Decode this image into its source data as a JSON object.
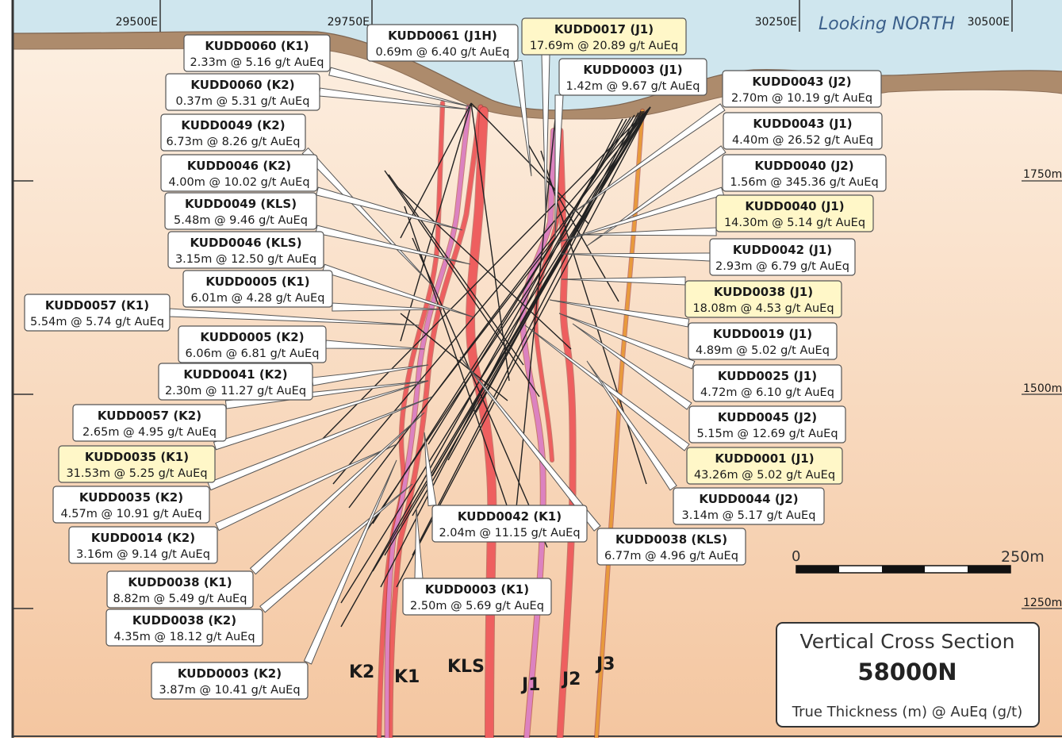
{
  "header": {
    "eastings": [
      "29500E",
      "29750E",
      "30250E",
      "30500E"
    ],
    "looking": "Looking NORTH"
  },
  "elevations": [
    "1750m",
    "1500m",
    "1250m"
  ],
  "scale": {
    "min": "0",
    "max": "250m"
  },
  "title_box": {
    "line1": "Vertical Cross Section",
    "line2": "58000N",
    "line3": "True Thickness (m) @ AuEq (g/t)"
  },
  "veins": [
    "K2",
    "K1",
    "KLS",
    "J1",
    "J2",
    "J3"
  ],
  "colors": {
    "sky": "#cfe6ee",
    "surface": "#ad8b6c",
    "ground_top": "#fdf1e4",
    "ground_bottom": "#f4c6a0",
    "vein_red": "#ee5f5f",
    "vein_pink": "#dc82c0",
    "vein_orange": "#e89a3c",
    "highlight_fill": "#fff7c8"
  },
  "intercepts": [
    {
      "title": "KUDD0060 (K1)",
      "value": "2.33m @ 5.16 g/t AuEq",
      "highlight": false
    },
    {
      "title": "KUDD0061 (J1H)",
      "value": "0.69m @ 6.40 g/t AuEq",
      "highlight": false
    },
    {
      "title": "KUDD0017 (J1)",
      "value": "17.69m @ 20.89 g/t AuEq",
      "highlight": true
    },
    {
      "title": "KUDD0003 (J1)",
      "value": "1.42m @ 9.67 g/t AuEq",
      "highlight": false
    },
    {
      "title": "KUDD0060 (K2)",
      "value": "0.37m @ 5.31 g/t AuEq",
      "highlight": false
    },
    {
      "title": "KUDD0043 (J2)",
      "value": "2.70m @ 10.19 g/t AuEq",
      "highlight": false
    },
    {
      "title": "KUDD0049 (K2)",
      "value": "6.73m @ 8.26 g/t AuEq",
      "highlight": false
    },
    {
      "title": "KUDD0043 (J1)",
      "value": "4.40m @ 26.52 g/t AuEq",
      "highlight": false
    },
    {
      "title": "KUDD0046 (K2)",
      "value": "4.00m @ 10.02 g/t AuEq",
      "highlight": false
    },
    {
      "title": "KUDD0040 (J2)",
      "value": "1.56m @ 345.36 g/t AuEq",
      "highlight": false
    },
    {
      "title": "KUDD0049 (KLS)",
      "value": "5.48m @ 9.46 g/t AuEq",
      "highlight": false
    },
    {
      "title": "KUDD0040 (J1)",
      "value": "14.30m @ 5.14 g/t AuEq",
      "highlight": true
    },
    {
      "title": "KUDD0046 (KLS)",
      "value": "3.15m @ 12.50 g/t AuEq",
      "highlight": false
    },
    {
      "title": "KUDD0042 (J1)",
      "value": "2.93m @ 6.79 g/t AuEq",
      "highlight": false
    },
    {
      "title": "KUDD0005 (K1)",
      "value": "6.01m @ 4.28 g/t AuEq",
      "highlight": false
    },
    {
      "title": "KUDD0038 (J1)",
      "value": "18.08m @ 4.53 g/t AuEq",
      "highlight": true
    },
    {
      "title": "KUDD0057 (K1)",
      "value": "5.54m @ 5.74 g/t AuEq",
      "highlight": false
    },
    {
      "title": "KUDD0019 (J1)",
      "value": "4.89m @ 5.02 g/t AuEq",
      "highlight": false
    },
    {
      "title": "KUDD0005 (K2)",
      "value": "6.06m @ 6.81 g/t AuEq",
      "highlight": false
    },
    {
      "title": "KUDD0025 (J1)",
      "value": "4.72m @ 6.10 g/t AuEq",
      "highlight": false
    },
    {
      "title": "KUDD0041 (K2)",
      "value": "2.30m @ 11.27 g/t AuEq",
      "highlight": false
    },
    {
      "title": "KUDD0045 (J2)",
      "value": "5.15m @ 12.69 g/t AuEq",
      "highlight": false
    },
    {
      "title": "KUDD0057 (K2)",
      "value": "2.65m @ 4.95 g/t AuEq",
      "highlight": false
    },
    {
      "title": "KUDD0001 (J1)",
      "value": "43.26m @ 5.02 g/t AuEq",
      "highlight": true
    },
    {
      "title": "KUDD0035 (K1)",
      "value": "31.53m @ 5.25 g/t AuEq",
      "highlight": true
    },
    {
      "title": "KUDD0044 (J2)",
      "value": "3.14m @ 5.17 g/t AuEq",
      "highlight": false
    },
    {
      "title": "KUDD0035 (K2)",
      "value": "4.57m @ 10.91 g/t AuEq",
      "highlight": false
    },
    {
      "title": "KUDD0042 (K1)",
      "value": "2.04m @ 11.15 g/t AuEq",
      "highlight": false
    },
    {
      "title": "KUDD0038 (KLS)",
      "value": "6.77m @ 4.96 g/t AuEq",
      "highlight": false
    },
    {
      "title": "KUDD0014 (K2)",
      "value": "3.16m @ 9.14 g/t AuEq",
      "highlight": false
    },
    {
      "title": "KUDD0003 (K1)",
      "value": "2.50m @ 5.69 g/t AuEq",
      "highlight": false
    },
    {
      "title": "KUDD0038 (K1)",
      "value": "8.82m @ 5.49 g/t AuEq",
      "highlight": false
    },
    {
      "title": "KUDD0038 (K2)",
      "value": "4.35m @ 18.12 g/t AuEq",
      "highlight": false
    },
    {
      "title": "KUDD0003 (K2)",
      "value": "3.87m @ 10.41 g/t AuEq",
      "highlight": false
    }
  ]
}
